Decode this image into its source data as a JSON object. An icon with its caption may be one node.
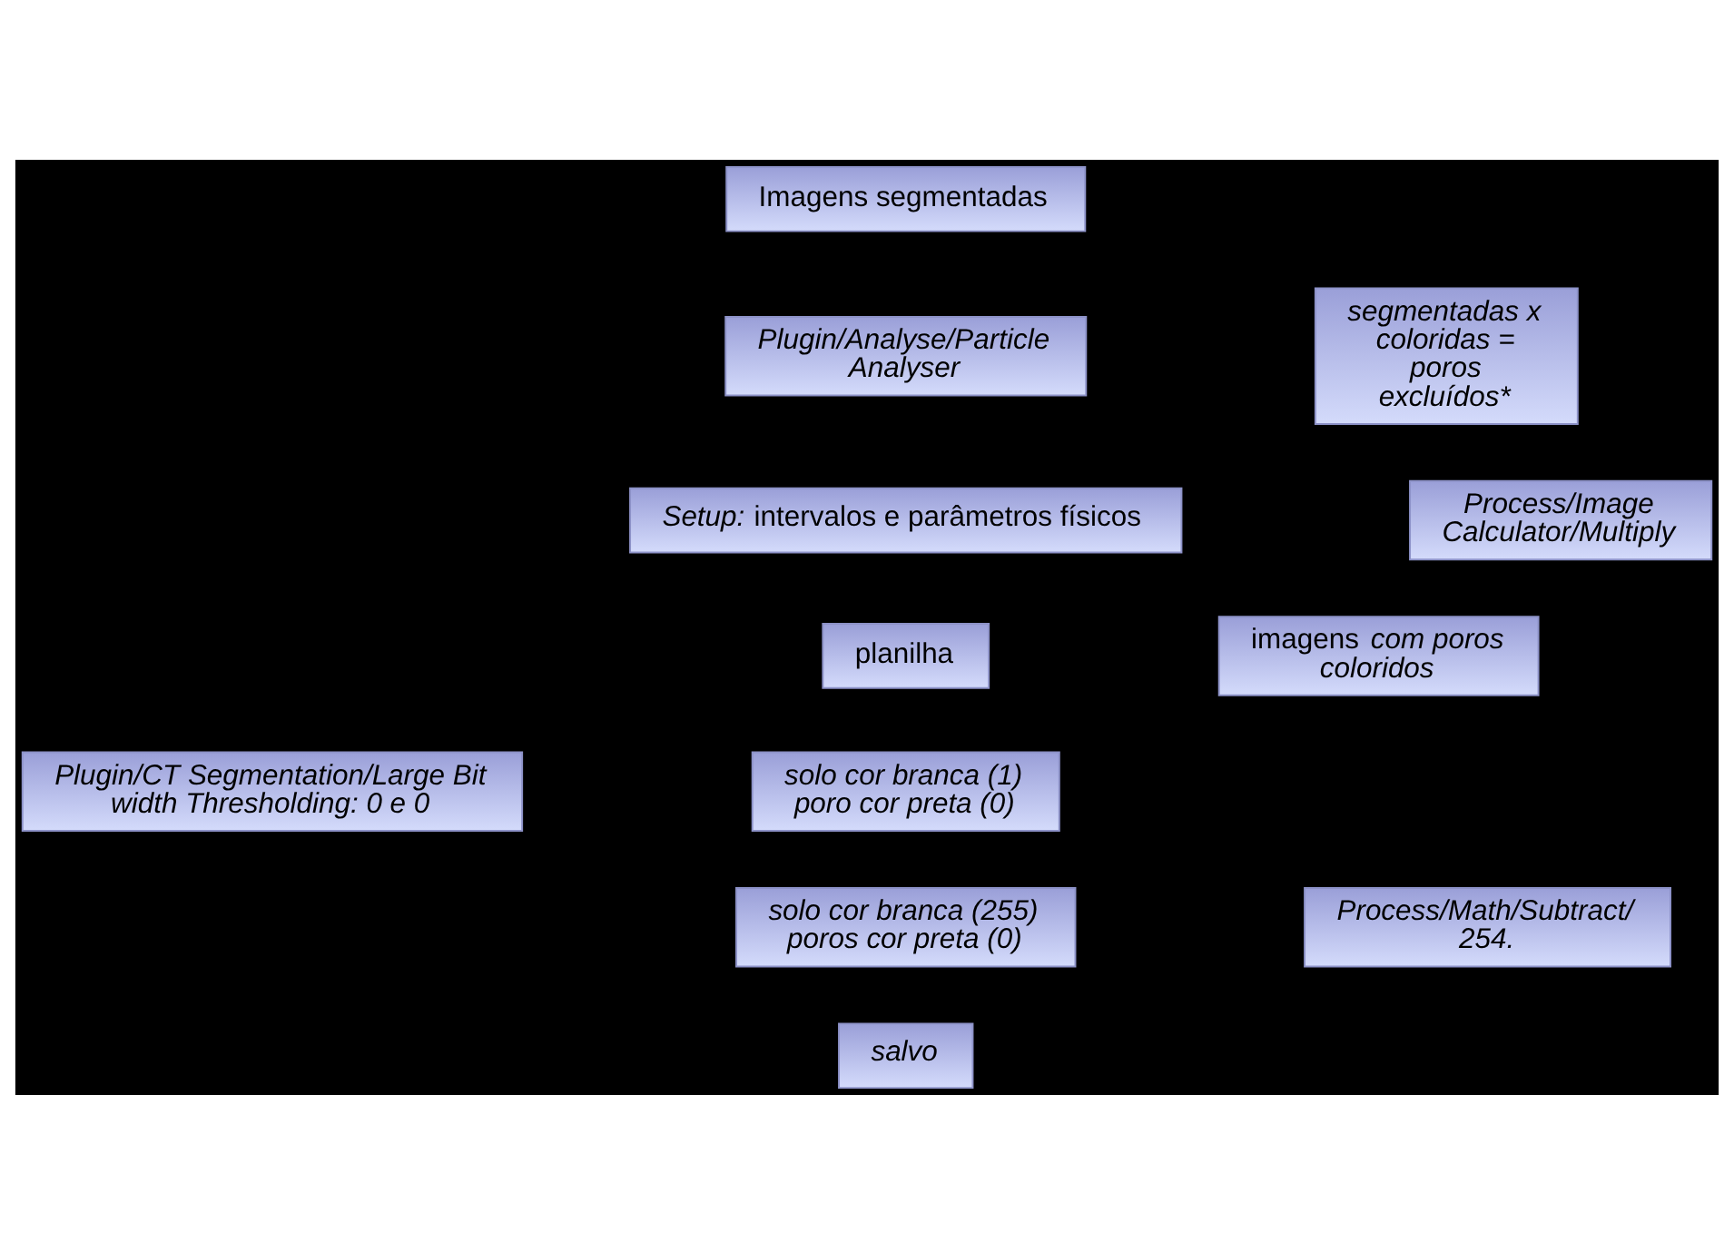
{
  "diagram": {
    "nodes": [
      {
        "text": [
          "Imagens segmentadas"
        ]
      },
      {
        "text": [
          "Plugin/Analyse/Particle Analyser"
        ]
      },
      {
        "text": [
          "segmentadas x coloridas = poros excluídos*"
        ]
      },
      {
        "text": [
          "*Setup:* intervalos e parâmetros físicos"
        ]
      },
      {
        "text": [
          "Process/Image Calculator/Multiply"
        ]
      },
      {
        "text": [
          "planilha"
        ]
      },
      {
        "text": [
          "imagens *com poros coloridos*"
        ]
      },
      {
        "text": [
          "solo cor branca (1) poro cor preta (0)"
        ]
      },
      {
        "text": [
          "Plugin/CT Segmentation/Large Bit width Thresholding: 0 e 0"
        ]
      },
      {
        "text": [
          "solo cor branca (255) poros cor preta (0)"
        ]
      },
      {
        "text": [
          "Process/Math/Subtract/ 254."
        ]
      },
      {
        "text": [
          "salvo"
        ]
      }
    ],
    "edges": []
  }
}
